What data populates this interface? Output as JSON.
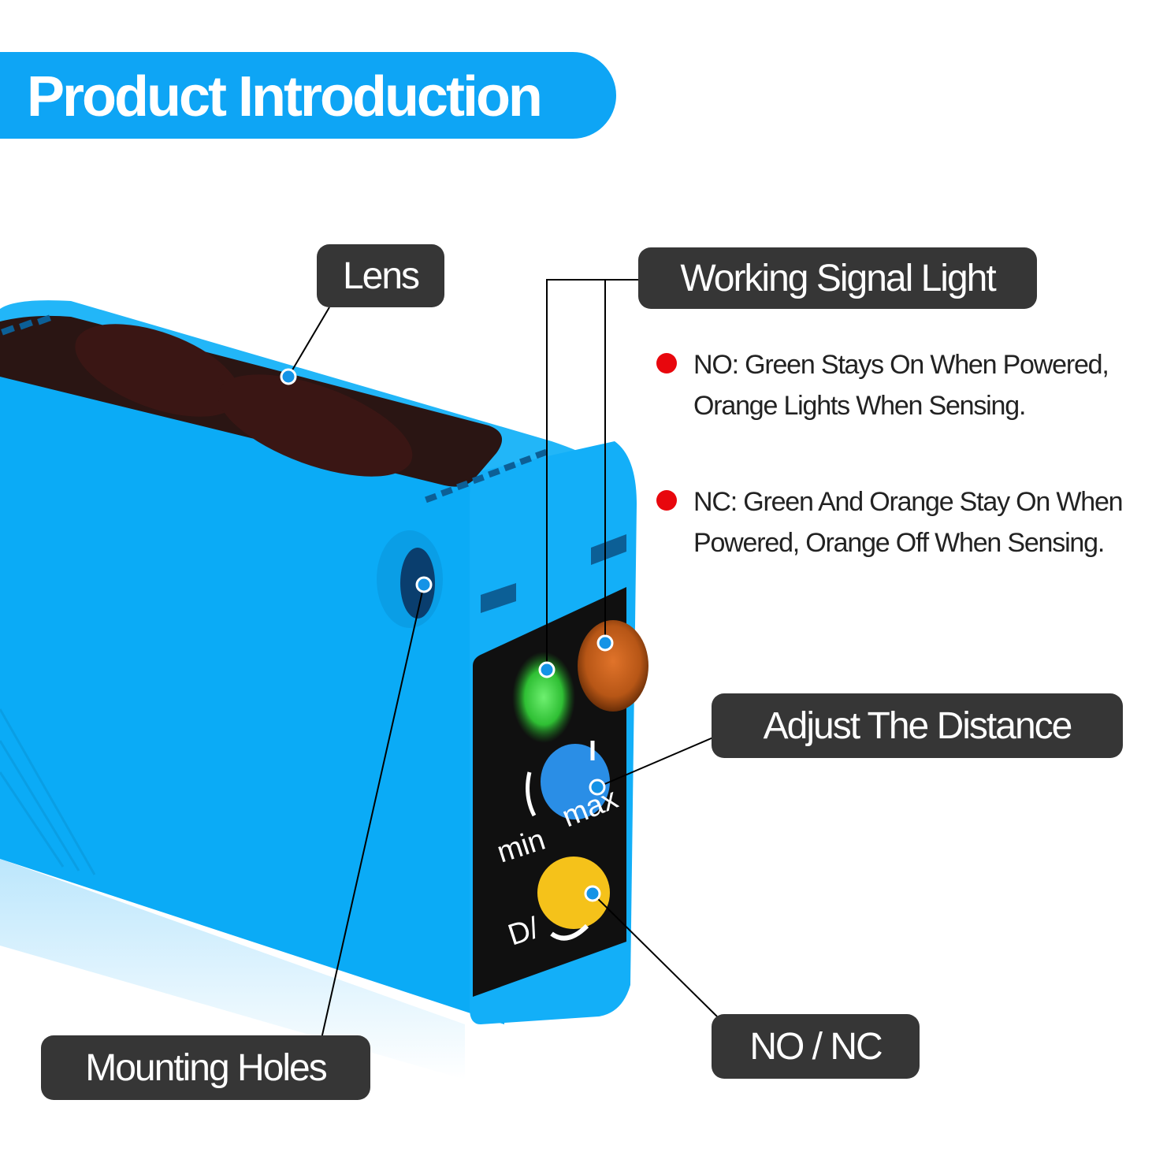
{
  "header": {
    "title": "Product Introduction"
  },
  "callouts": {
    "lens": "Lens",
    "working_signal_light": "Working Signal Light",
    "adjust_distance": "Adjust The Distance",
    "mounting_holes": "Mounting Holes",
    "no_nc": "NO / NC"
  },
  "signal_descriptions": [
    {
      "line1": "NO: Green Stays On When Powered,",
      "line2": "Orange Lights When Sensing."
    },
    {
      "line1": "NC: Green And Orange Stay On When",
      "line2": "Powered, Orange Off When Sensing."
    }
  ],
  "device_markings": {
    "min": "min",
    "max": "max",
    "d": "D/"
  },
  "colors": {
    "brand_blue": "#0ea5f5",
    "label_bg": "#363636",
    "bullet_red": "#e8070d",
    "led_green": "#35c93a",
    "led_orange": "#c8621e",
    "knob_blue": "#2a8ee6",
    "knob_yellow": "#f5c21a"
  }
}
